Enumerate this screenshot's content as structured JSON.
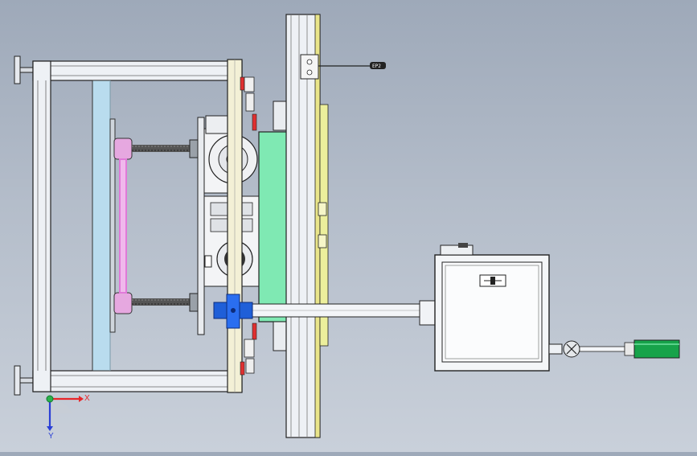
{
  "viewport": {
    "background_top": "#9ea9b9",
    "background_bottom": "#c9d0da"
  },
  "triad": {
    "x_label": "X",
    "y_label": "Y",
    "x_color": "#e8262a",
    "y_color": "#2a3fd6",
    "origin_color": "#2bb24c"
  },
  "colors": {
    "frame_steel": "#eef1f5",
    "panel_blue": "#b9dcee",
    "pink_guide": "#e07ad8",
    "mint_plate": "#7fe9b3",
    "rail_yellow": "#e9e58a",
    "clamp_blue": "#1f5fd8",
    "accent_red": "#e03030",
    "box_gray": "#f4f6f8",
    "handle_green": "#17a34a"
  },
  "labels": {
    "small_tag": "EP2"
  }
}
